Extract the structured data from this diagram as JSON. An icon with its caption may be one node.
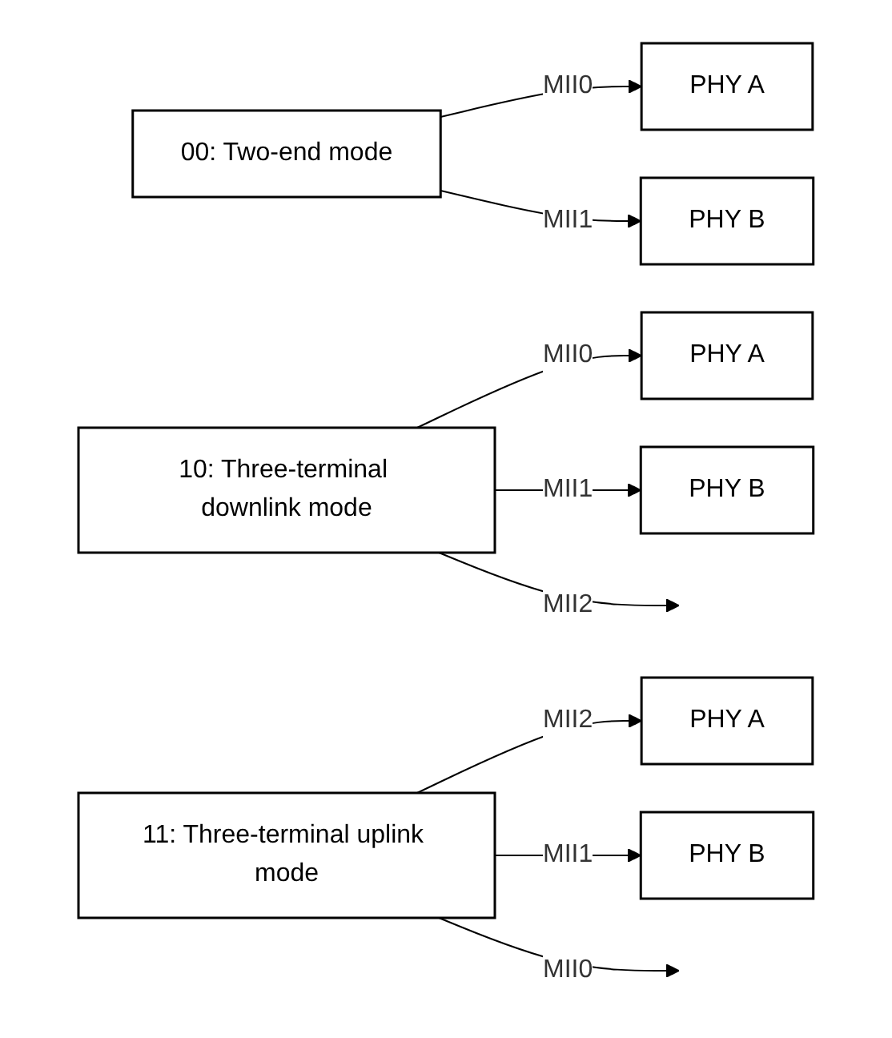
{
  "diagram": {
    "nodes": [
      {
        "text": [
          "00: Two-end mode"
        ]
      },
      {
        "text": [
          "PHY A"
        ]
      },
      {
        "text": [
          "PHY B"
        ]
      },
      {
        "text": [
          "10: Three-terminal downlink mode"
        ]
      },
      {
        "text": [
          "PHY A"
        ]
      },
      {
        "text": [
          "PHY B"
        ]
      },
      {
        "text": [
          "11: Three-terminal uplink mode"
        ]
      },
      {
        "text": [
          "PHY A"
        ]
      },
      {
        "text": [
          "PHY B"
        ]
      }
    ],
    "edges": [
      {
        "from": 0,
        "to": 1,
        "arrow": "to",
        "label": "MII0"
      },
      {
        "from": 0,
        "to": 2,
        "arrow": "to",
        "label": "MII1"
      },
      {
        "from": 3,
        "to": 4,
        "arrow": "to",
        "label": "MII0"
      },
      {
        "from": 3,
        "to": 5,
        "arrow": "to",
        "label": "MII1"
      },
      {
        "from": 3,
        "to": null,
        "arrow": "to",
        "label": "MII2"
      },
      {
        "from": 6,
        "to": 7,
        "arrow": "to",
        "label": "MII2"
      },
      {
        "from": 6,
        "to": 8,
        "arrow": "to",
        "label": "MII1"
      },
      {
        "from": 6,
        "to": null,
        "arrow": "to",
        "label": "MII0"
      }
    ]
  }
}
